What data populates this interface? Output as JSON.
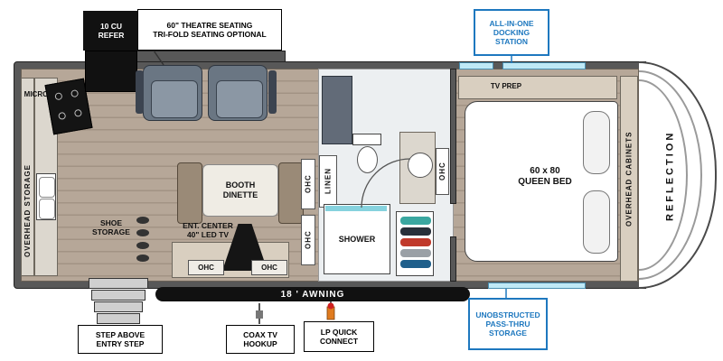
{
  "callouts": {
    "refer": "10 CU\nREFER",
    "theatre": "60\" THEATRE SEATING\nTRI-FOLD SEATING OPTIONAL",
    "docking": "ALL-IN-ONE\nDOCKING\nSTATION",
    "entry_step": "STEP ABOVE\nENTRY STEP",
    "coax": "COAX TV\nHOOKUP",
    "lp": "LP QUICK\nCONNECT",
    "pass_thru": "UNOBSTRUCTED\nPASS-THRU\nSTORAGE"
  },
  "labels": {
    "micro": "MICRO",
    "overhead_storage": "OVERHEAD STORAGE",
    "shoe_storage": "SHOE\nSTORAGE",
    "booth_dinette": "BOOTH\nDINETTE",
    "ent_center": "ENT. CENTER\n40\" LED TV",
    "ohc": "OHC",
    "linen": "LINEN",
    "shower": "SHOWER",
    "tv_prep": "TV PREP",
    "queen_bed": "60 x 80\nQUEEN BED",
    "overhead_cabinets": "OVERHEAD CABINETS",
    "brand": "REFLECTION",
    "awning": "18 ' AWNING"
  },
  "colors": {
    "callout_blue": "#1e78bf",
    "awning_black": "#111111",
    "window_blue": "#bfe9f6",
    "wall_gray": "#585858"
  }
}
